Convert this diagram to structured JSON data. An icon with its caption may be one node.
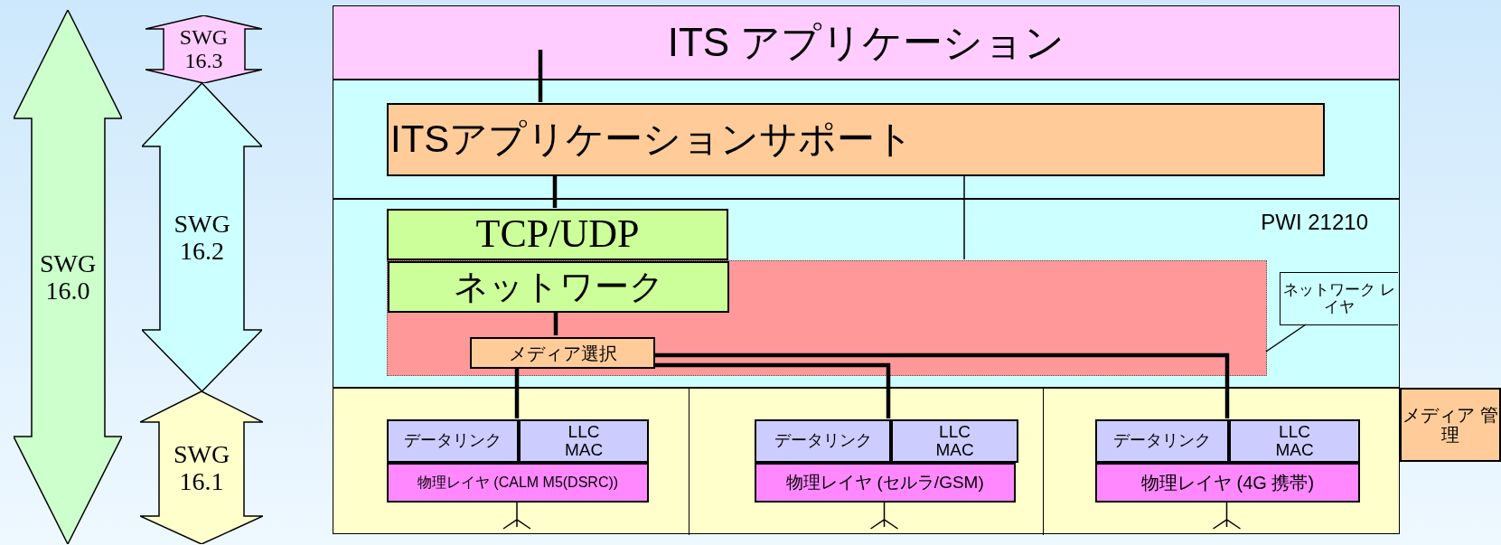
{
  "diagram": {
    "nodes": [
      {
        "text": [
          "SWG 16.0"
        ]
      },
      {
        "text": [
          "SWG 16.3"
        ]
      },
      {
        "text": [
          "SWG 16.2"
        ]
      },
      {
        "text": [
          "SWG 16.1"
        ]
      },
      {
        "text": [
          "ITS アプリケーション"
        ]
      },
      {
        "text": [],
        "shape": "box"
      },
      {
        "text": [
          "ITSアプリケーションサポート"
        ],
        "in": 5
      },
      {
        "text": [
          "PWI 21210"
        ]
      },
      {
        "text": [
          "TCP/UDP"
        ],
        "in": 7
      },
      {
        "text": [],
        "shape": "box",
        "in": 7
      },
      {
        "text": [
          "ネットワーク"
        ],
        "in": 9
      },
      {
        "text": [
          "メディア選択"
        ],
        "in": 9
      },
      {
        "text": [
          "ネットワーク レイヤ"
        ],
        "in": 7
      },
      {
        "text": [],
        "shape": "box"
      },
      {
        "text": [],
        "shape": "box",
        "in": 13
      },
      {
        "text": [
          "データリンク"
        ],
        "in": 14
      },
      {
        "text": [
          "LLC MAC"
        ],
        "in": 14
      },
      {
        "text": [
          "物理レイヤ (CALM M5(DSRC))"
        ],
        "in": 14
      },
      {
        "text": [],
        "shape": "box",
        "in": 13
      },
      {
        "text": [
          "データリンク"
        ],
        "in": 18
      },
      {
        "text": [
          "LLC MAC"
        ],
        "in": 18
      },
      {
        "text": [
          "物理レイヤ (セルラ/GSM)"
        ],
        "in": 18
      },
      {
        "text": [],
        "shape": "box",
        "in": 13
      },
      {
        "text": [
          "データリンク"
        ],
        "in": 22
      },
      {
        "text": [
          "LLC MAC"
        ],
        "in": 22
      },
      {
        "text": [
          "物理レイヤ (4G 携帯)"
        ],
        "in": 22
      },
      {
        "text": [
          "メディア 管理"
        ]
      }
    ],
    "edges": [
      {
        "from": 4,
        "to": 6,
        "arrow": "none"
      },
      {
        "from": 6,
        "to": 8,
        "arrow": "none"
      },
      {
        "from": 10,
        "to": 11,
        "arrow": "none"
      },
      {
        "from": 11,
        "to": 15,
        "arrow": "none"
      },
      {
        "from": 11,
        "to": 19,
        "arrow": "none"
      },
      {
        "from": 11,
        "to": 23,
        "arrow": "none"
      },
      {
        "from": 6,
        "to": 9,
        "arrow": "none"
      },
      {
        "from": 12,
        "to": 9,
        "arrow": "none"
      }
    ]
  }
}
